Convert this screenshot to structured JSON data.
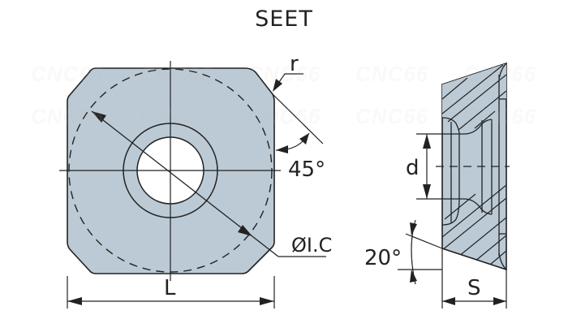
{
  "title": "SEET",
  "watermark": "CNC66",
  "labels": {
    "corner_radius": "r",
    "chamfer_angle": "45°",
    "inscribed_circle": "ØI.C",
    "length": "L",
    "hole_diameter": "d",
    "clearance_angle": "20°",
    "thickness": "S"
  },
  "colors": {
    "insert_fill": "#BCCAD5",
    "line": "#222222",
    "background": "#FFFFFF"
  }
}
